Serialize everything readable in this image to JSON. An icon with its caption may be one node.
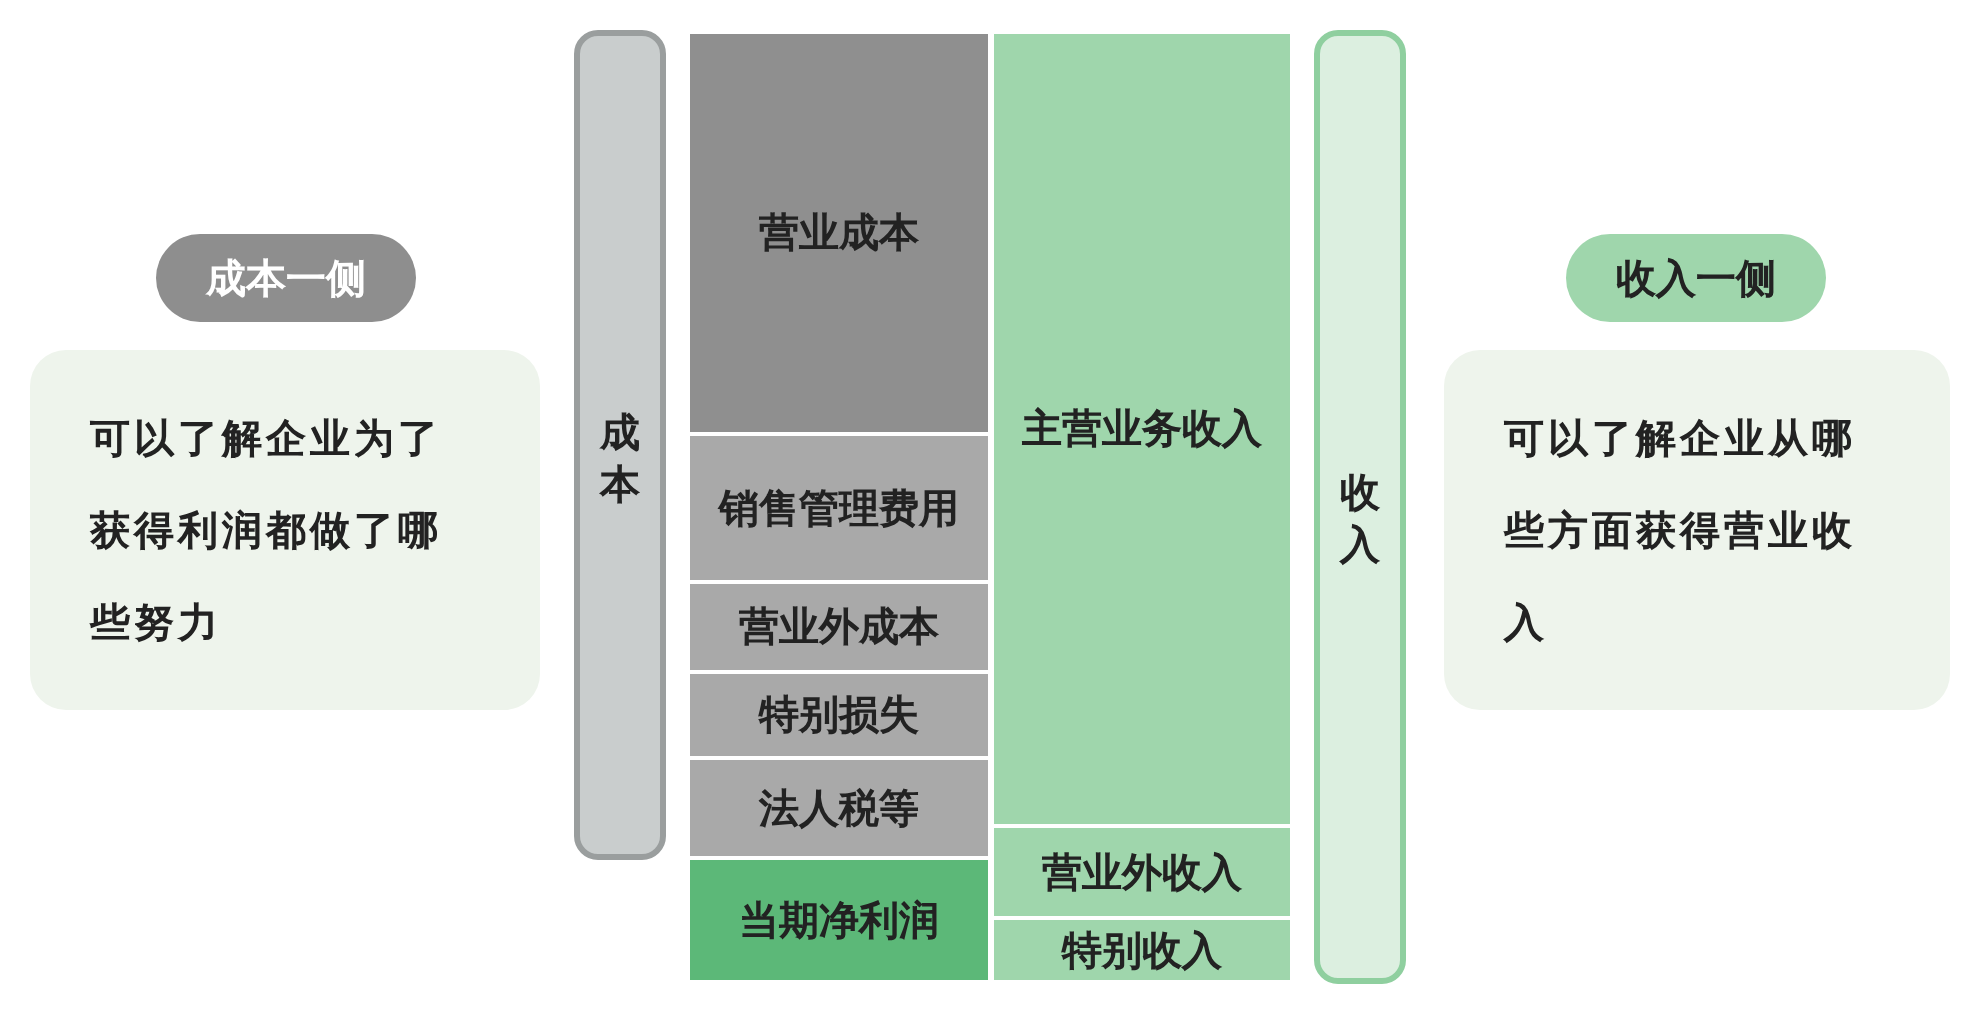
{
  "diagram": {
    "nodes": [
      {
        "text": [
          "成本一侧"
        ]
      },
      {
        "text": [
          "可以了解企业为了获得利润都做了哪些努力"
        ]
      },
      {
        "text": [
          "成本"
        ]
      },
      {
        "text": [
          "营业成本"
        ]
      },
      {
        "text": [
          "销售管理费用"
        ]
      },
      {
        "text": [
          "营业外成本"
        ]
      },
      {
        "text": [
          "特别损失"
        ]
      },
      {
        "text": [
          "法人税等"
        ]
      },
      {
        "text": [
          "当期净利润"
        ]
      },
      {
        "text": [
          "主营业务收入"
        ]
      },
      {
        "text": [
          "营业外收入"
        ]
      },
      {
        "text": [
          "特别收入"
        ]
      },
      {
        "text": [
          "收入"
        ]
      },
      {
        "text": [
          "收入一侧"
        ]
      },
      {
        "text": [
          "可以了解企业从哪些方面获得营业收入"
        ]
      }
    ]
  }
}
